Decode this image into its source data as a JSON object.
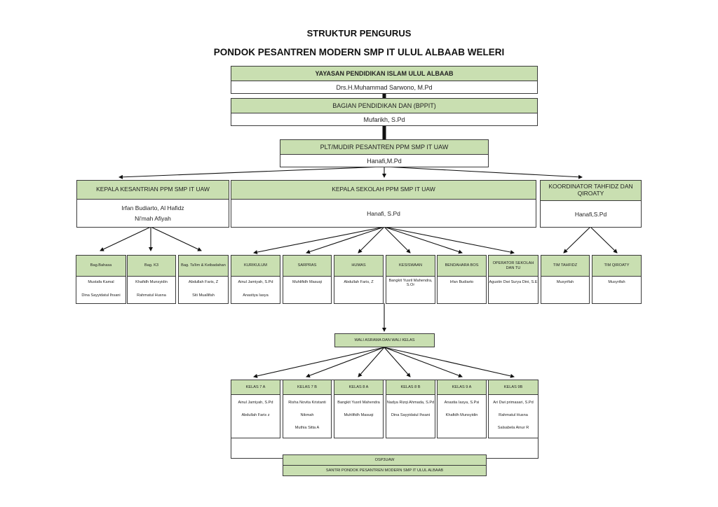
{
  "title": {
    "line1": "STRUKTUR PENGURUS",
    "line2": "PONDOK PESANTREN MODERN SMP IT ULUL ALBAAB WELERI"
  },
  "colors": {
    "header_green": "#c9dfb1",
    "border": "#3a3a3a"
  },
  "yayasan": {
    "title": "YAYASAN PENDIDIKAN ISLAM ULUL ALBAAB",
    "names": [
      "Drs.H.Muhammad Sarwono, M.Pd"
    ]
  },
  "bppit": {
    "title": "BAGIAN PENDIDIKAN DAN (BPPIT)",
    "names": [
      "Mufarikh, S.Pd"
    ]
  },
  "mudir": {
    "title": "PLT/MUDIR PESANTREN PPM SMP IT UAW",
    "names": [
      "Hanafi,M.Pd"
    ]
  },
  "level2": [
    {
      "title": "KEPALA KESANTRIAN PPM SMP IT UAW",
      "names": [
        "Irfan Budiarto, Al Hafidz",
        "Ni'mah Afiyah"
      ]
    },
    {
      "title": "KEPALA SEKOLAH PPM SMP IT UAW",
      "names": [
        "Hanafi, S.Pd"
      ]
    },
    {
      "title": "KOORDINATOR TAHFIDZ DAN QIROATY",
      "names": [
        "Hanafi,S.Pd"
      ]
    }
  ],
  "kesantrian_units": [
    {
      "title": "Bag.Bahasa",
      "names": [
        "Mustafa Kamal",
        "Dina Sayyidatul Ihsani"
      ]
    },
    {
      "title": "Bag. K3",
      "names": [
        "Khafidh Munsyidin",
        "Rahmatul Husna"
      ]
    },
    {
      "title": "Bag. Ta'lim & Keibadahan",
      "names": [
        "Abdullah Faris, Z",
        "Siti Muallifah"
      ]
    }
  ],
  "sekolah_units": [
    {
      "title": "KURIKULUM",
      "names": [
        "Ainul Jamiyah, S.Pd",
        "Anastiya Iasya"
      ]
    },
    {
      "title": "SARPRAS",
      "names": [
        "Muhlifidh Masuqi"
      ]
    },
    {
      "title": "HUMAS",
      "names": [
        "Abdullah Faris, Z"
      ]
    },
    {
      "title": "KESISWAAN",
      "names": [
        "Bangkit Yusril Mahendra, S.Or"
      ]
    },
    {
      "title": "BENDAHARA BOS",
      "names": [
        "Irfan Budiarto"
      ]
    },
    {
      "title": "OPERATOR SEKOLAH DAN TU",
      "names": [
        "Agustin Dwi Surya Dini, S.E"
      ]
    }
  ],
  "tahfidz_units": [
    {
      "title": "TIM TAHFIDZ",
      "names": [
        "Musyrifah"
      ]
    },
    {
      "title": "TIM QIROATY",
      "names": [
        "Musyrifah"
      ]
    }
  ],
  "wali": {
    "title": "WALI ASRAMA DAN WALI KELAS"
  },
  "kelas": [
    {
      "title": "KELAS 7 A",
      "names": [
        "Ainul Jamiyah, S.Pd",
        "Abdullah Faris z"
      ]
    },
    {
      "title": "KELAS 7 B",
      "names": [
        "Risha Novita Kristanti",
        "Nikmah",
        "Muthia Sitta A"
      ]
    },
    {
      "title": "KELAS 8 A",
      "names": [
        "Bangkit Yusril Mahendra",
        "Muhlifidh Masuqi"
      ]
    },
    {
      "title": "KELAS 8 B",
      "names": [
        "Nadya Rizqi Ahmada, S.Pd",
        "Dina Sayyidatul Ihsani"
      ]
    },
    {
      "title": "KELAS 9 A",
      "names": [
        "Anastia Iasya, S.Psi",
        "Khafidh Munsyidin"
      ]
    },
    {
      "title": "KELAS 9B",
      "names": [
        "Ari Dwi primasari, S.Pd",
        "Rahmatul Husna",
        "Salsabela Ainur R"
      ]
    }
  ],
  "osp": {
    "title": "OSP3UAW",
    "subtitle": "SANTRI PONDOK PESANTREN MODERN SMP IT ULUL ALBAAB"
  }
}
